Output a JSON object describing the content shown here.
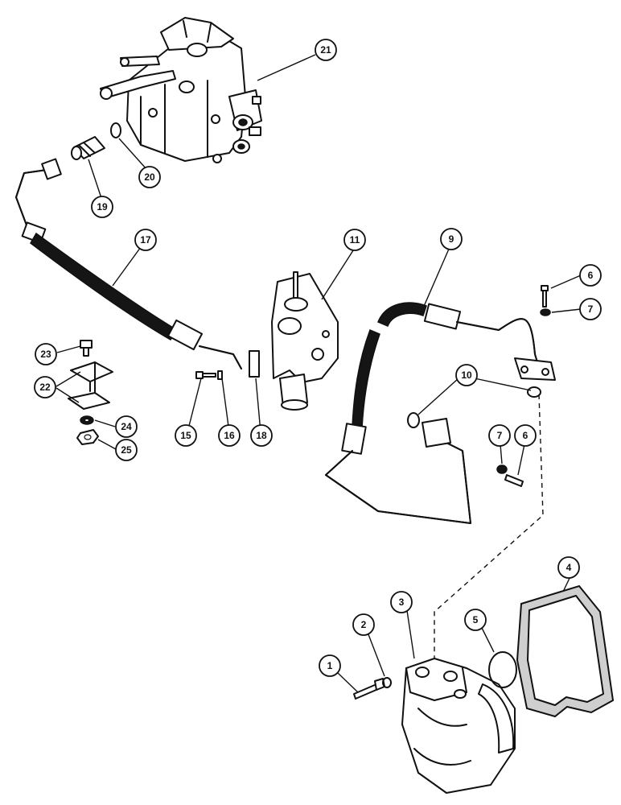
{
  "callouts": [
    {
      "id": "c1",
      "label": "1"
    },
    {
      "id": "c2",
      "label": "2"
    },
    {
      "id": "c3",
      "label": "3"
    },
    {
      "id": "c4",
      "label": "4"
    },
    {
      "id": "c5",
      "label": "5"
    },
    {
      "id": "c6a",
      "label": "6"
    },
    {
      "id": "c6b",
      "label": "6"
    },
    {
      "id": "c7a",
      "label": "7"
    },
    {
      "id": "c7b",
      "label": "7"
    },
    {
      "id": "c9",
      "label": "9"
    },
    {
      "id": "c10",
      "label": "10"
    },
    {
      "id": "c11",
      "label": "11"
    },
    {
      "id": "c15",
      "label": "15"
    },
    {
      "id": "c16",
      "label": "16"
    },
    {
      "id": "c17",
      "label": "17"
    },
    {
      "id": "c18",
      "label": "18"
    },
    {
      "id": "c19",
      "label": "19"
    },
    {
      "id": "c20",
      "label": "20"
    },
    {
      "id": "c21",
      "label": "21"
    },
    {
      "id": "c22",
      "label": "22"
    },
    {
      "id": "c23",
      "label": "23"
    },
    {
      "id": "c24",
      "label": "24"
    },
    {
      "id": "c25",
      "label": "25"
    }
  ]
}
